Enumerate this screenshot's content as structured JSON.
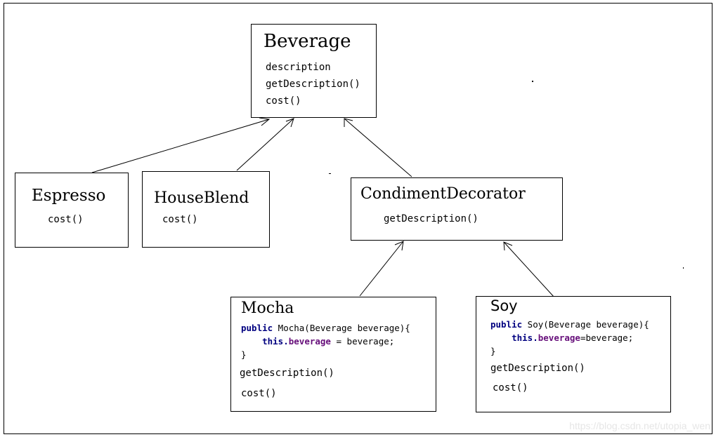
{
  "beverage": {
    "title": "Beverage",
    "members": [
      "description",
      "getDescription()",
      "cost()"
    ]
  },
  "espresso": {
    "title": "Espresso",
    "members": [
      "cost()"
    ]
  },
  "houseblend": {
    "title": "HouseBlend",
    "members": [
      "cost()"
    ]
  },
  "condiment": {
    "title": "CondimentDecorator",
    "members": [
      "getDescription()"
    ]
  },
  "mocha": {
    "title": "Mocha",
    "code": {
      "kw_public": "public",
      "ctor": " Mocha(Beverage beverage){",
      "kw_this": "this.",
      "field": "beverage",
      "assign": " = beverage;",
      "close": "}"
    },
    "members": [
      "getDescription()",
      "cost()"
    ]
  },
  "soy": {
    "title": "Soy",
    "code": {
      "kw_public": "public",
      "ctor": " Soy(Beverage beverage){",
      "kw_this": "this.",
      "field": "beverage",
      "assign": "=beverage;",
      "close": "}"
    },
    "members": [
      "getDescription()",
      "cost()"
    ]
  },
  "watermark": "https://blog.csdn.net/utopia_wen",
  "colors": {
    "keyword": "#000080",
    "field": "#660e7a",
    "line": "#000000"
  }
}
